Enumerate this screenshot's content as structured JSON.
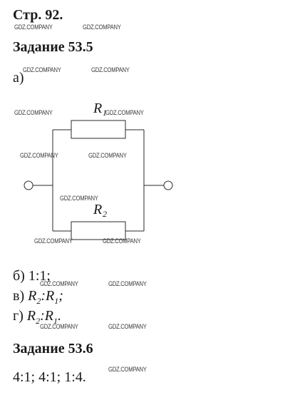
{
  "page_heading": "Стр. 92.",
  "task1": {
    "title": "Задание 53.5",
    "part_a_label": "а)",
    "diagram": {
      "r1_letter": "R",
      "r1_sub": "1",
      "r2_letter": "R",
      "r2_sub": "2"
    },
    "part_b": {
      "label": "б)",
      "text": "1:1;"
    },
    "part_v": {
      "label": "в)",
      "letter1": "R",
      "sub1": "2",
      "colon": ":",
      "letter2": "R",
      "sub2": "1",
      "end": ";"
    },
    "part_g": {
      "label": "г)",
      "letter1": "R",
      "sub1": "2",
      "colon": ":",
      "letter2": "R",
      "sub2": "1",
      "end": "."
    }
  },
  "task2": {
    "title": "Задание 53.6",
    "answer": "4:1; 4:1; 1:4."
  },
  "watermark": "GDZ.COMPANY"
}
